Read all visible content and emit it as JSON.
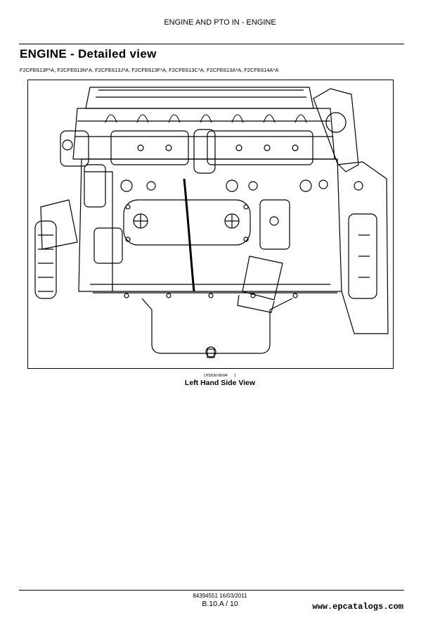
{
  "header": {
    "section": "ENGINE AND PTO IN - ENGINE"
  },
  "title": "ENGINE - Detailed view",
  "models": "F2CFE613P*A, F2CFE613N*A, F2CFE613J*A, F2CFE613F*A, F2CFE613C*A, F2CFE613A*A, F2CFE614A*A",
  "figure": {
    "image": "engine-left-hand-side-line-drawing",
    "ref_code": "LHSIDEVIEW4",
    "ref_number": "1",
    "caption": "Left Hand Side View"
  },
  "footer": {
    "doc_code": "84394551 16/03/2011",
    "page": "B.10.A / 10"
  },
  "watermark": "www.epcatalogs.com"
}
